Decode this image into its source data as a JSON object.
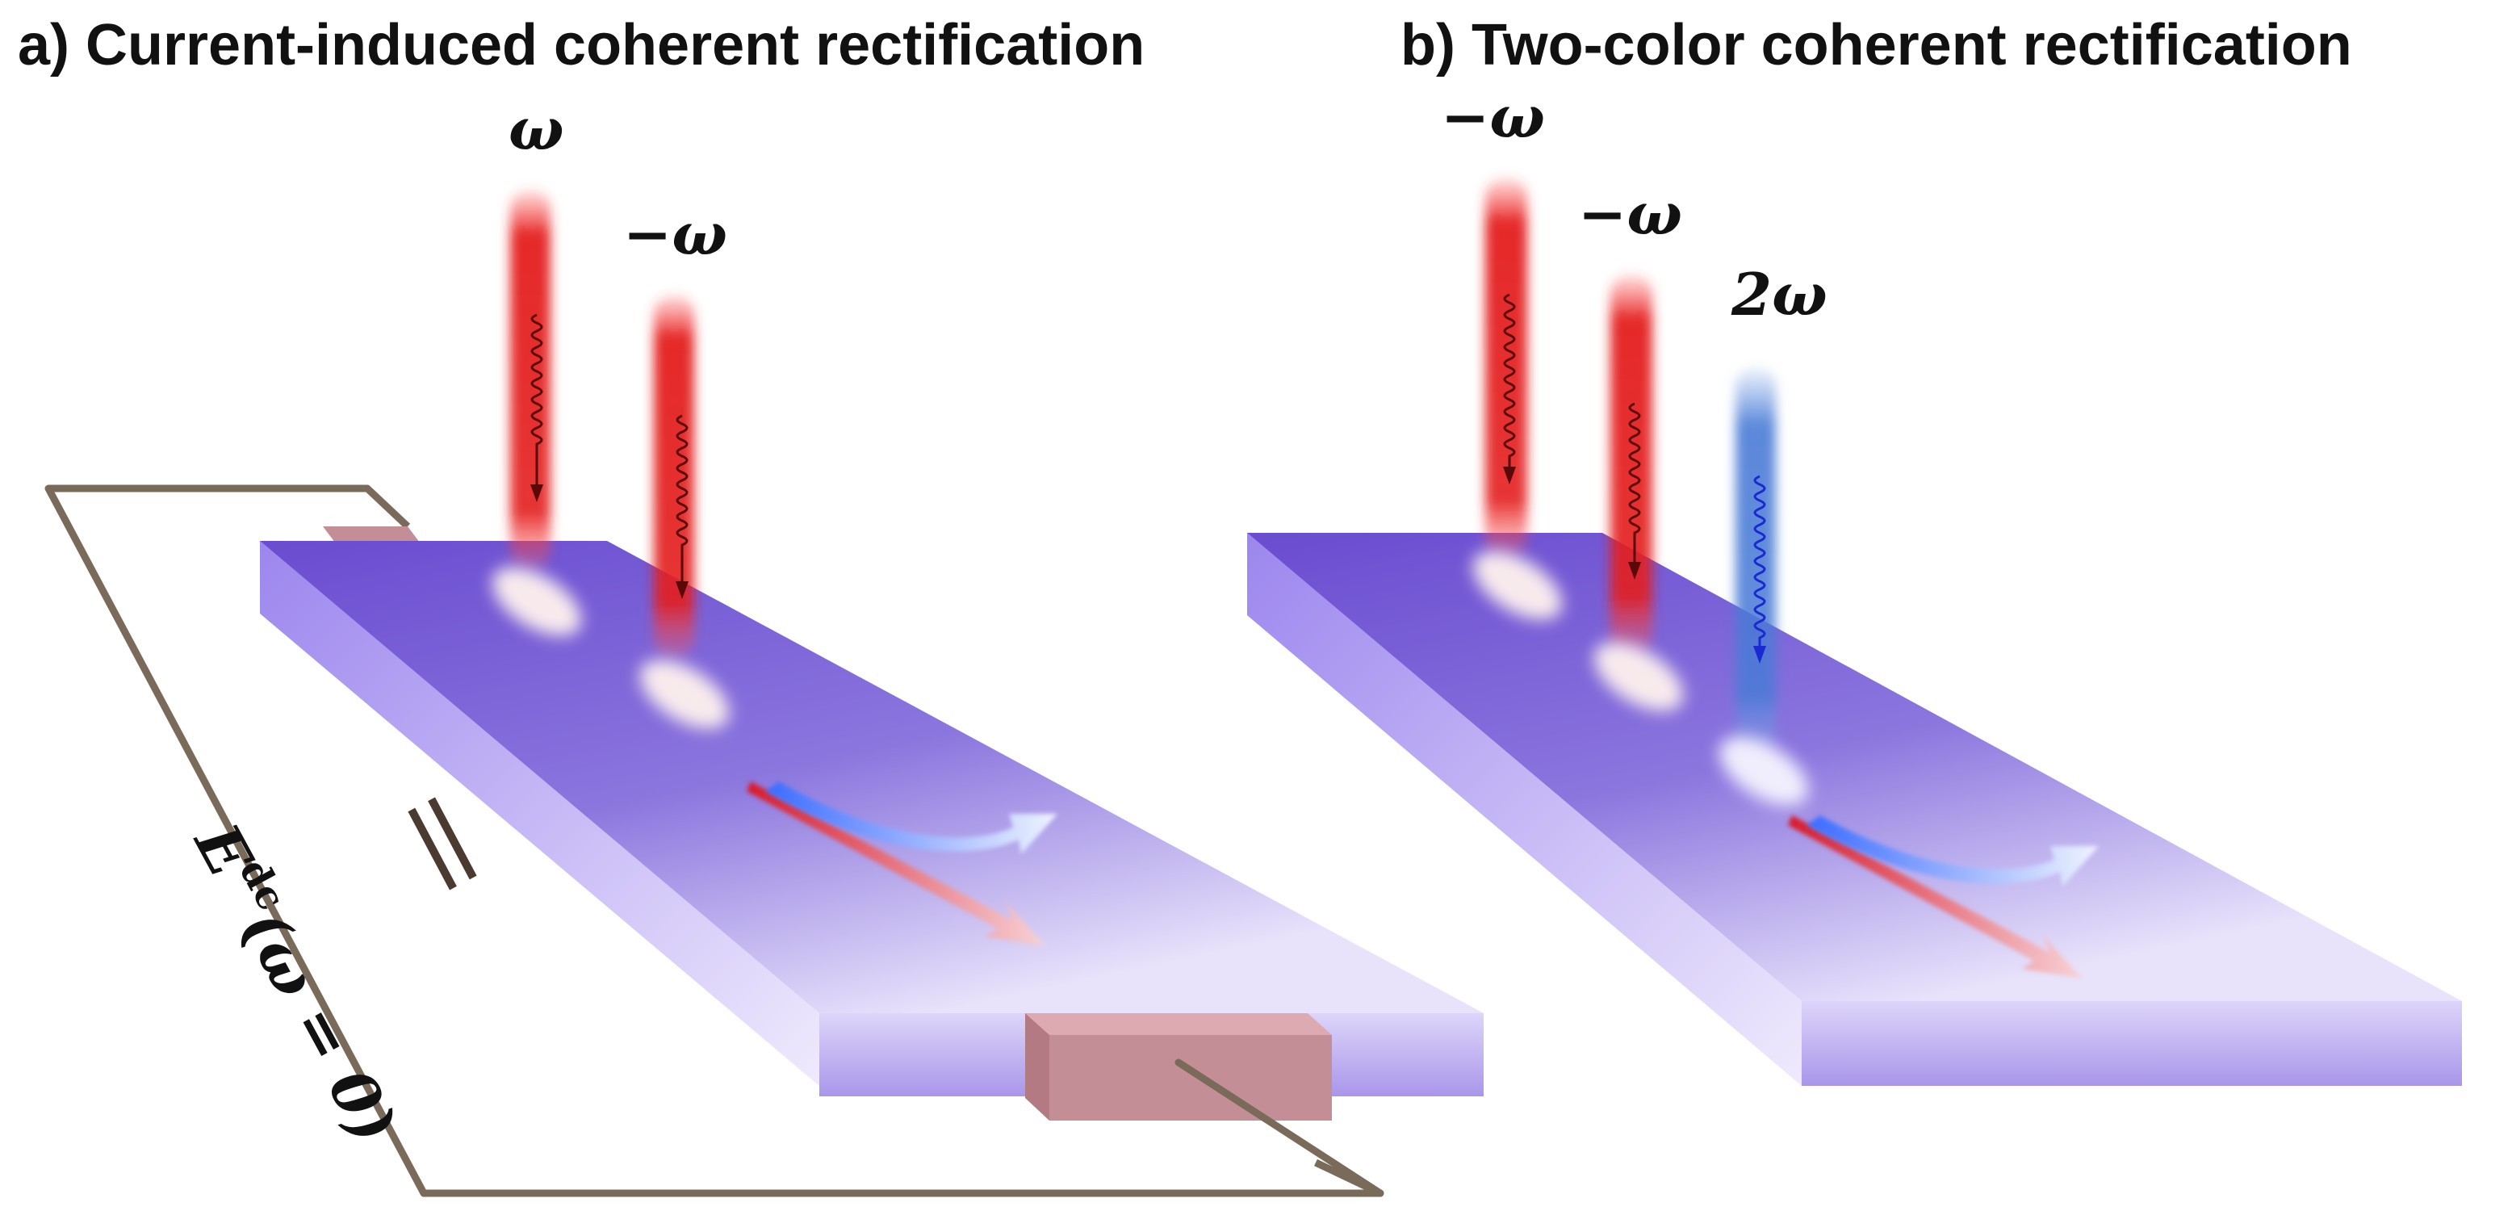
{
  "panels": [
    {
      "title": "a) Current-induced coherent rectification",
      "beams": [
        {
          "label": "ω",
          "color": "red"
        },
        {
          "label": "−ω",
          "color": "red"
        }
      ],
      "field_label": {
        "main": "E",
        "sup": "dc",
        "rest": "(ω = 0)"
      }
    },
    {
      "title": "b) Two-color coherent rectification",
      "beams": [
        {
          "label": "−ω",
          "color": "red"
        },
        {
          "label": "−ω",
          "color": "red"
        },
        {
          "label": "2ω",
          "color": "blue"
        }
      ]
    }
  ],
  "colors": {
    "slab_top": "#6b4fd0",
    "slab_side": "#a08ef0",
    "red_beam": "#e01a1a",
    "blue_beam": "#3a6fd0",
    "contact": "#c48e96",
    "wire": "#7a6a5a"
  }
}
